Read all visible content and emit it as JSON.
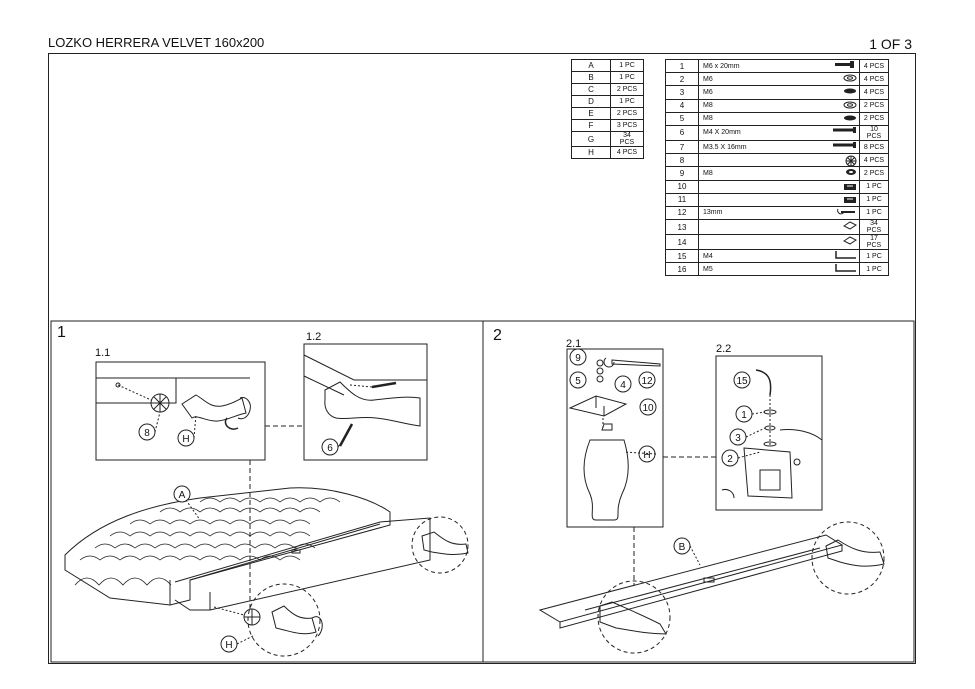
{
  "header": {
    "title": "LOZKO HERRERA VELVET 160x200",
    "page": "1 OF 3"
  },
  "letter_parts": [
    {
      "letter": "A",
      "qty": "1 PC"
    },
    {
      "letter": "B",
      "qty": "1 PC"
    },
    {
      "letter": "C",
      "qty": "2 PCS"
    },
    {
      "letter": "D",
      "qty": "1 PC"
    },
    {
      "letter": "E",
      "qty": "2 PCS"
    },
    {
      "letter": "F",
      "qty": "3 PCS"
    },
    {
      "letter": "G",
      "qty": "34 PCS"
    },
    {
      "letter": "H",
      "qty": "4 PCS"
    }
  ],
  "hardware": [
    {
      "no": "1",
      "desc": "M6 x 20mm",
      "icon": "bolt-icon",
      "qty": "4 PCS"
    },
    {
      "no": "2",
      "desc": "M6",
      "icon": "washer-icon",
      "qty": "4 PCS"
    },
    {
      "no": "3",
      "desc": "M6",
      "icon": "spring-washer-icon",
      "qty": "4 PCS"
    },
    {
      "no": "4",
      "desc": "M8",
      "icon": "washer-icon",
      "qty": "2 PCS"
    },
    {
      "no": "5",
      "desc": "M8",
      "icon": "spring-washer-icon",
      "qty": "2 PCS"
    },
    {
      "no": "6",
      "desc": "M4 X 20mm",
      "icon": "screw-icon",
      "qty": "10 PCS"
    },
    {
      "no": "7",
      "desc": "M3.5 X 16mm",
      "icon": "screw-icon",
      "qty": "8 PCS"
    },
    {
      "no": "8",
      "desc": "",
      "icon": "button-icon",
      "qty": "4 PCS"
    },
    {
      "no": "9",
      "desc": "M8",
      "icon": "nut-icon",
      "qty": "2 PCS"
    },
    {
      "no": "10",
      "desc": "",
      "icon": "plate-icon",
      "qty": "1 PC"
    },
    {
      "no": "11",
      "desc": "",
      "icon": "plate-icon",
      "qty": "1 PC"
    },
    {
      "no": "12",
      "desc": "13mm",
      "icon": "wrench-icon",
      "qty": "1 PC"
    },
    {
      "no": "13",
      "desc": "",
      "icon": "clip-icon",
      "qty": "34 PCS"
    },
    {
      "no": "14",
      "desc": "",
      "icon": "clip-icon",
      "qty": "17 PCS"
    },
    {
      "no": "15",
      "desc": "M4",
      "icon": "allen-key-icon",
      "qty": "1 PC"
    },
    {
      "no": "16",
      "desc": "M5",
      "icon": "allen-key-icon",
      "qty": "1 PC"
    }
  ],
  "steps": {
    "step1": {
      "label": "1",
      "sub1": "1.1",
      "sub2": "1.2"
    },
    "step2": {
      "label": "2",
      "sub1": "2.1",
      "sub2": "2.2"
    }
  },
  "callouts": {
    "c8": "8",
    "cH": "H",
    "c6": "6",
    "cA": "A",
    "cH2": "H",
    "c9": "9",
    "c5": "5",
    "c4": "4",
    "c12": "12",
    "c10": "10",
    "cH3": "H",
    "c15": "15",
    "c1": "1",
    "c3": "3",
    "c2": "2",
    "cB": "B"
  }
}
